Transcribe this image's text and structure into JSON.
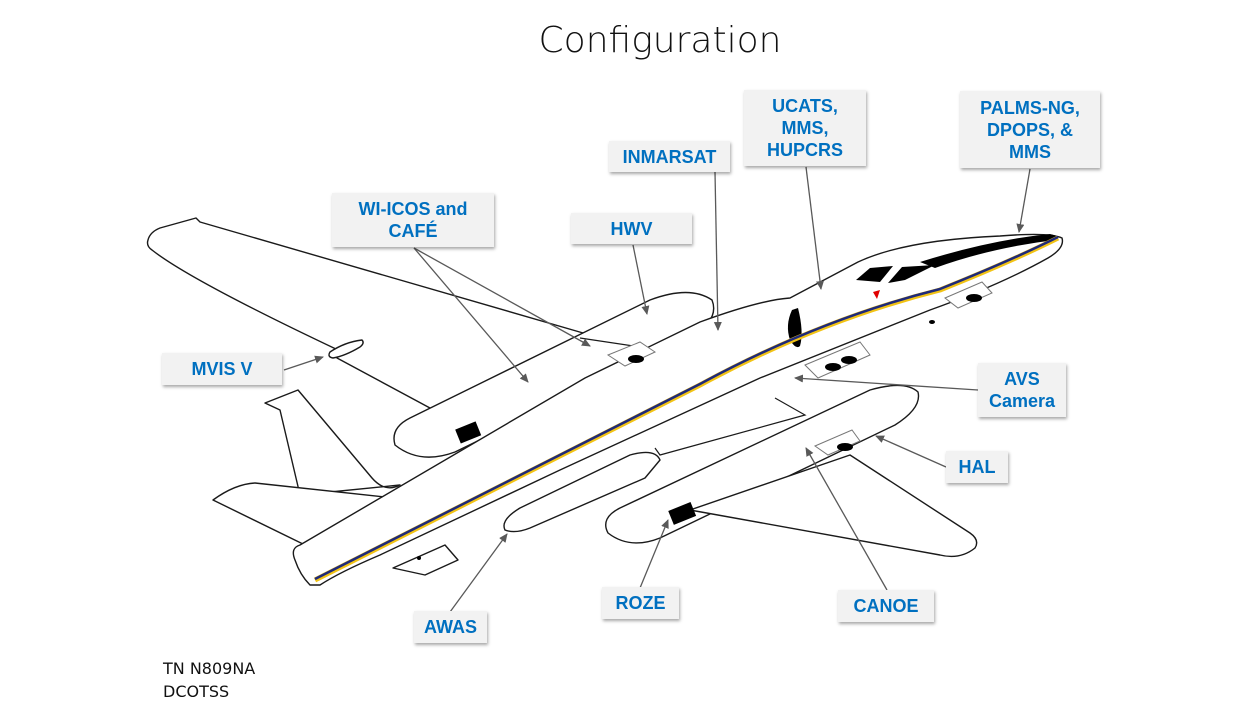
{
  "title": "Configuration",
  "aircraft": {
    "stripe_colors": {
      "navy": "#1f2a7a",
      "gold": "#f2c315"
    },
    "marker_color": "#e00000"
  },
  "labels": {
    "mvis": "MVIS V",
    "wicos": "WI-ICOS and\nCAFÉ",
    "hwv": "HWV",
    "inmarsat": "INMARSAT",
    "ucats": "UCATS,\nMMS,\nHUPCRS",
    "palms": "PALMS-NG,\nDPOPS, &\nMMS",
    "avs": "AVS\nCamera",
    "hal": "HAL",
    "canoe": "CANOE",
    "roze": "ROZE",
    "awas": "AWAS"
  },
  "label_color": "#0070c0",
  "footer": {
    "line1": "TN N809NA",
    "line2": "DCOTSS"
  }
}
